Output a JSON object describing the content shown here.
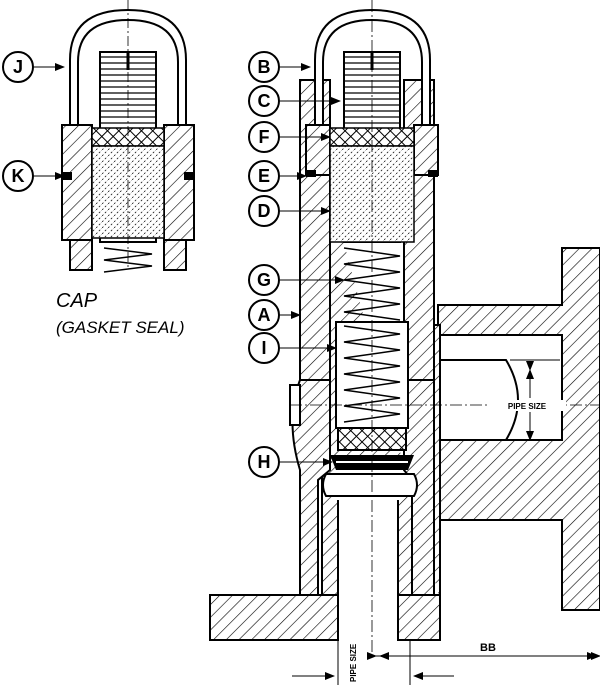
{
  "callouts": [
    {
      "id": "J",
      "label": "J"
    },
    {
      "id": "K",
      "label": "K"
    },
    {
      "id": "B",
      "label": "B"
    },
    {
      "id": "C",
      "label": "C"
    },
    {
      "id": "F",
      "label": "F"
    },
    {
      "id": "E",
      "label": "E"
    },
    {
      "id": "D",
      "label": "D"
    },
    {
      "id": "G",
      "label": "G"
    },
    {
      "id": "A",
      "label": "A"
    },
    {
      "id": "I",
      "label": "I"
    },
    {
      "id": "H",
      "label": "H"
    }
  ],
  "cap_label": {
    "line1": "CAP",
    "line2": "(GASKET SEAL)"
  },
  "dimensions": {
    "pipe_size_horizontal": "PIPE SIZE",
    "pipe_size_vertical": "PIPE SIZE",
    "bb": "BB"
  }
}
